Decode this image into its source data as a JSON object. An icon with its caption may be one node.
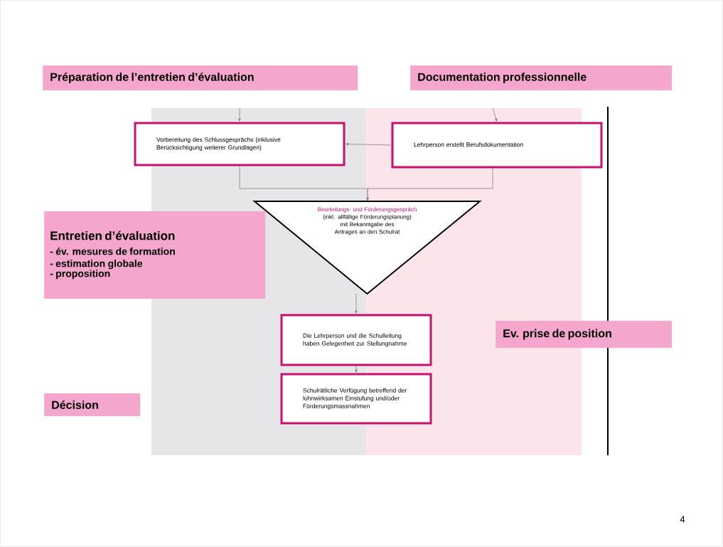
{
  "diagram": {
    "nodes": [
      {
        "text": [
          "Préparation de l’entretien d’évaluation"
        ]
      },
      {
        "text": [
          "Documentation professionnelle"
        ]
      },
      {
        "text": [
          "Vorbereitung des Schlussgesprächs (inklusive Berücksichtigung weiterer Grundlagen)"
        ]
      },
      {
        "text": [
          "Lehrperson erstellt Berufsdokumentation"
        ]
      },
      {
        "text": [
          "Entretien d’évaluation",
          "- év. mesures de formation",
          "- estimation globale",
          "- proposition"
        ]
      },
      {
        "text": [
          "Beurteilungs- und Förderungsgespräch",
          "(inkl. allfällige Förderungsplanung) mit Bekanntgabe des Antrages an den Schulrat"
        ]
      },
      {
        "text": [
          "Ev. prise de position"
        ]
      },
      {
        "text": [
          "Die Lehrperson und die Schulleitung haben Gelegenheit zur Stellungnahme"
        ]
      },
      {
        "text": [
          "Décision"
        ]
      },
      {
        "text": [
          "Schulrätliche Verfügung betreffend der lohnwirksamen Einstufung und/oder Förderungsmassnahmen"
        ]
      }
    ],
    "edges": [
      {
        "from": null,
        "to": 2,
        "arrow": "to"
      },
      {
        "from": null,
        "to": 3,
        "arrow": "to"
      },
      {
        "from": 3,
        "to": 2,
        "arrow": "to"
      },
      {
        "from": 2,
        "to": 5,
        "arrow": "to"
      },
      {
        "from": 3,
        "to": 5,
        "arrow": "to"
      },
      {
        "from": 5,
        "to": 7,
        "arrow": "to"
      },
      {
        "from": 7,
        "to": 9,
        "arrow": "to"
      }
    ],
    "labels": [
      "4"
    ]
  }
}
